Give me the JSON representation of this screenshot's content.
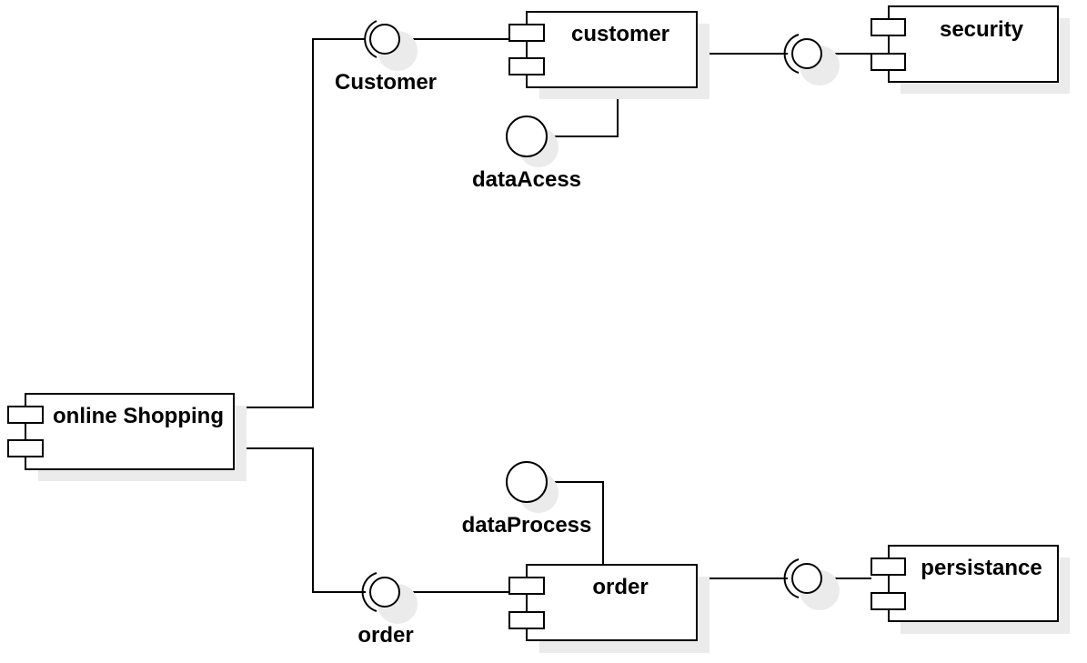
{
  "components": {
    "online_shopping": "online Shopping",
    "customer": "customer",
    "security": "security",
    "order": "order",
    "persistance": "persistance"
  },
  "interfaces": {
    "customer_iface": "Customer",
    "data_access": "dataAcess",
    "data_process": "dataProcess",
    "order_iface": "order"
  }
}
